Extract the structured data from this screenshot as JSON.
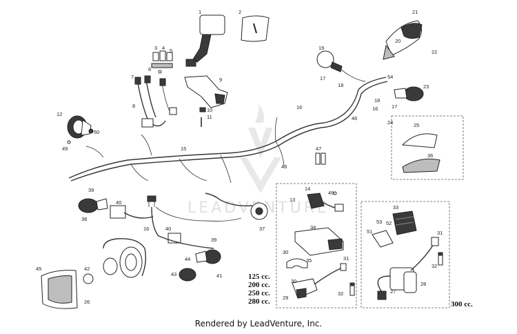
{
  "diagram": {
    "callouts": [
      "1",
      "2",
      "3",
      "4",
      "5",
      "6",
      "7",
      "8",
      "9",
      "10",
      "11",
      "12",
      "13",
      "14",
      "15",
      "16",
      "16",
      "16",
      "17",
      "17",
      "18",
      "18",
      "19",
      "20",
      "21",
      "22",
      "23",
      "24",
      "25",
      "26",
      "27",
      "28",
      "29",
      "30",
      "30",
      "31",
      "31",
      "32",
      "32",
      "33",
      "34",
      "35",
      "36",
      "37",
      "38",
      "39",
      "39",
      "40",
      "40",
      "41",
      "42",
      "43",
      "44",
      "45",
      "46",
      "47",
      "48",
      "49",
      "49",
      "50",
      "51",
      "52",
      "53",
      "54"
    ],
    "engine_sizes_left": [
      "125 cc.",
      "200 cc.",
      "250 cc.",
      "280 cc."
    ],
    "engine_size_right": "300 cc.",
    "watermark": "LEADVENTURE",
    "footer": "Rendered by LeadVenture, Inc."
  }
}
